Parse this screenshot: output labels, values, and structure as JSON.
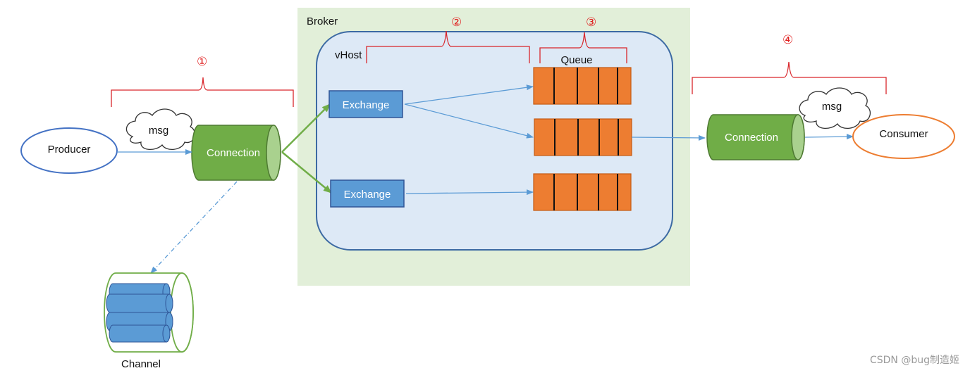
{
  "broker": {
    "label": "Broker"
  },
  "vhost": {
    "label": "vHost"
  },
  "producer": {
    "label": "Producer"
  },
  "consumer": {
    "label": "Consumer"
  },
  "connection_left": {
    "label": "Connection"
  },
  "connection_right": {
    "label": "Connection"
  },
  "msg_left": {
    "label": "msg"
  },
  "msg_right": {
    "label": "msg"
  },
  "exchanges": [
    {
      "label": "Exchange"
    },
    {
      "label": "Exchange"
    }
  ],
  "queue": {
    "label": "Queue"
  },
  "channel": {
    "label": "Channel"
  },
  "markers": {
    "one": "①",
    "two": "②",
    "three": "③",
    "four": "④"
  },
  "watermark": "CSDN @bug制造姬",
  "colors": {
    "broker_bg": "#e2efd9",
    "vhost_bg": "#dde9f6",
    "vhost_border": "#3c6aa3",
    "exchange_fill": "#5b9bd5",
    "queue_fill": "#ed7d31",
    "connection_fill": "#70ad47",
    "bracket": "#d9262b",
    "producer_border": "#4472c4",
    "consumer_border": "#ed7d31"
  }
}
